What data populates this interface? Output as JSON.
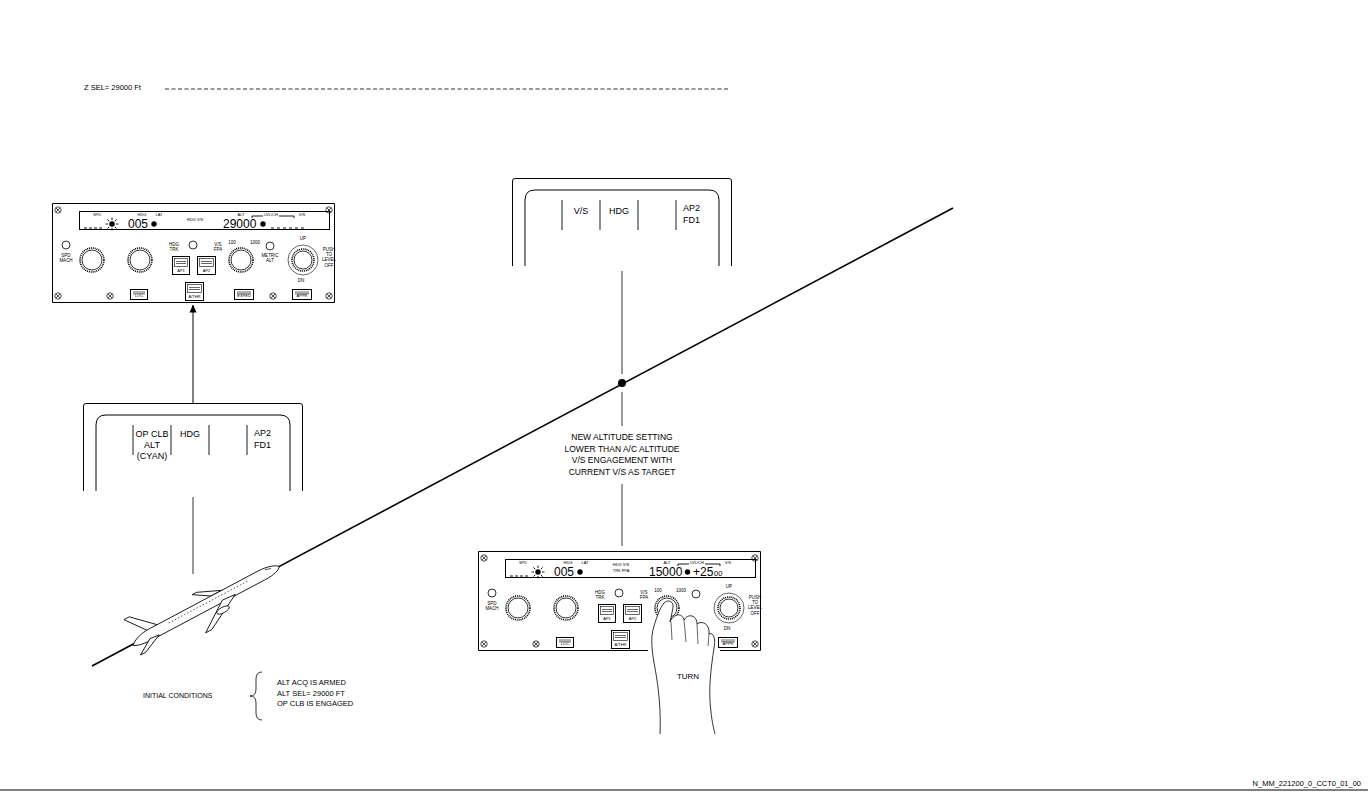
{
  "diagram": {
    "nodes": [
      {
        "text": [
          "SPD MACH",
          "HDG TRK",
          "V/S FPA",
          "100",
          "1000",
          "METRIC ALT",
          "UP",
          "PUSH TO LEVEL OFF",
          "DN"
        ]
      },
      {
        "text": [
          "SPD",
          "HDG",
          "LAT",
          "HDG V/S",
          "ALT",
          "LVL/CH",
          "V/S",
          "005",
          "29000"
        ],
        "in": 0
      },
      {
        "text": [
          "AP1"
        ],
        "in": 0
      },
      {
        "text": [
          "AP2"
        ],
        "in": 0
      },
      {
        "text": [
          "A/THR"
        ],
        "in": 0
      },
      {
        "text": [
          "LOC"
        ],
        "in": 0
      },
      {
        "text": [
          "EXPED"
        ],
        "in": 0
      },
      {
        "text": [
          "APPR"
        ],
        "in": 0
      },
      {
        "text": [
          "V/S",
          "HDG",
          "AP2",
          "FD1"
        ]
      },
      {
        "text": [
          "OP CLB",
          "ALT",
          "(CYAN)",
          "HDG",
          "AP2",
          "FD1"
        ]
      },
      {
        "text": [
          "SPD MACH",
          "HDG TRK",
          "V/S FPA",
          "100",
          "1000",
          "UP",
          "PUSH TO LEVEL OFF",
          "DN"
        ]
      },
      {
        "text": [
          "SPD",
          "HDG",
          "LAT",
          "HDG V/S",
          "TRK FPA",
          "ALT",
          "LVL/CH",
          "V/S",
          "005",
          "15000",
          "+25",
          "00"
        ],
        "in": 10
      },
      {
        "text": [
          "AP1"
        ],
        "in": 10
      },
      {
        "text": [
          "AP2"
        ],
        "in": 10
      },
      {
        "text": [
          "A/THR"
        ],
        "in": 10
      },
      {
        "text": [
          "LOC"
        ],
        "in": 10
      },
      {
        "text": [
          "APPR"
        ],
        "in": 10
      }
    ],
    "edges": [
      {
        "from": 9,
        "to": 0,
        "arrow": "to"
      }
    ],
    "labels": [
      "Z SEL= 29000 Ft",
      "NEW ALTITUDE SETTING LOWER THAN A/C ALTITUDE V/S ENGAGEMENT WITH CURRENT V/S AS TARGET",
      "TURN",
      "INITIAL CONDITIONS",
      "ALT ACQ IS ARMED",
      "ALT SEL= 29000 FT",
      "OP CLB IS ENGAGED",
      "N_MM_221200_0_CCT0_01_00"
    ]
  }
}
